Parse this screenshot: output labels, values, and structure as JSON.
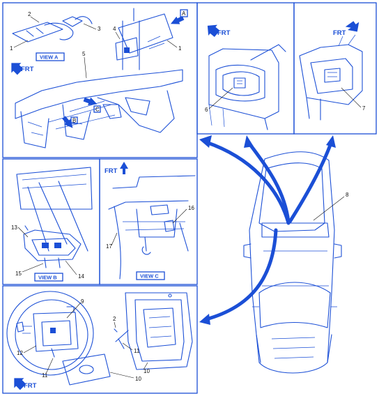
{
  "labels": {
    "n1a": "1",
    "n1b": "1",
    "n2a": "2",
    "n2b": "2",
    "n3": "3",
    "n4": "4",
    "n5": "5",
    "n6": "6",
    "n7": "7",
    "n8": "8",
    "n9": "9",
    "n10a": "10",
    "n10b": "10",
    "n11a": "11",
    "n11b": "11",
    "n12": "12",
    "n13": "13",
    "n14": "14",
    "n15": "15",
    "n16": "16",
    "n17": "17"
  },
  "frt_markers": {
    "topleft": "FRT",
    "top_mid": "FRT",
    "top_right": "FRT",
    "mid_center": "FRT",
    "bottom_left": "FRT"
  },
  "view_tags": {
    "view_a": "VIEW A",
    "view_b": "VIEW B",
    "view_c": "VIEW C"
  },
  "callout_letters": {
    "a": "A",
    "b": "B",
    "c": "C"
  },
  "colors": {
    "ink": "#1b4fd6",
    "label": "#111111",
    "background": "#ffffff"
  }
}
